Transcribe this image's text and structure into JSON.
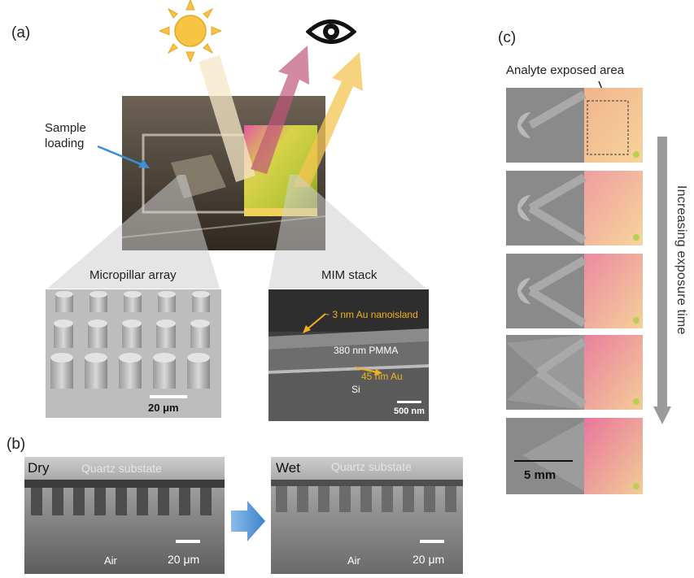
{
  "panel_labels": {
    "a": "(a)",
    "b": "(b)",
    "c": "(c)"
  },
  "panel_a": {
    "sample_loading": [
      "Sample",
      "loading"
    ],
    "micropillar_title": "Micropillar array",
    "mim_title": "MIM stack",
    "scale_20um": "20 μm",
    "scale_500nm": "500 nm",
    "annot_au_nanoisland": "~ 3 nm Au nanoisland",
    "annot_pmma": "380 nm PMMA",
    "annot_au45": "45 nm Au",
    "annot_si": "Si"
  },
  "panel_b": {
    "dry_label": "Dry",
    "wet_label": "Wet",
    "substrate_label": "Quartz substate",
    "air_label": "Air",
    "scale_20um": "20 μm"
  },
  "panel_c": {
    "analyte_label": "Analyte exposed area",
    "axis_label": "Increasing exposure time",
    "scale_5mm": "5 mm"
  }
}
